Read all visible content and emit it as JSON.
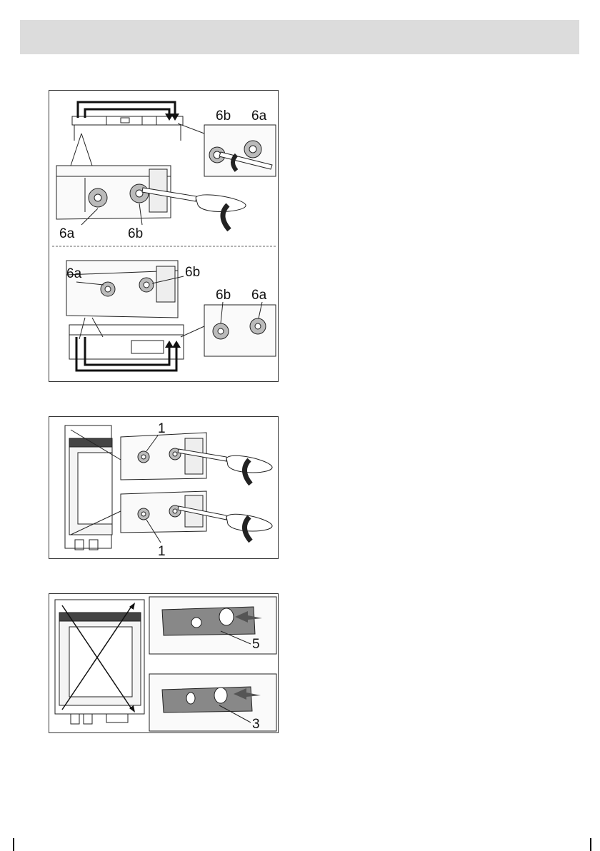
{
  "figures": {
    "fig1": {
      "callouts": {
        "top_right_6b": "6b",
        "top_right_6a": "6a",
        "mid_left_6a": "6a",
        "mid_left_6b": "6b",
        "lower_left_6a": "6a",
        "lower_left_6b": "6b",
        "bottom_right_6b": "6b",
        "bottom_right_6a": "6a"
      }
    },
    "fig2": {
      "callouts": {
        "top_1": "1",
        "bottom_1": "1"
      }
    },
    "fig3": {
      "callouts": {
        "top_5": "5",
        "bottom_3": "3"
      }
    }
  },
  "icons": [
    "screwdriver-icon",
    "rotate-arrow-icon",
    "push-arrow-icon",
    "screw-icon"
  ]
}
